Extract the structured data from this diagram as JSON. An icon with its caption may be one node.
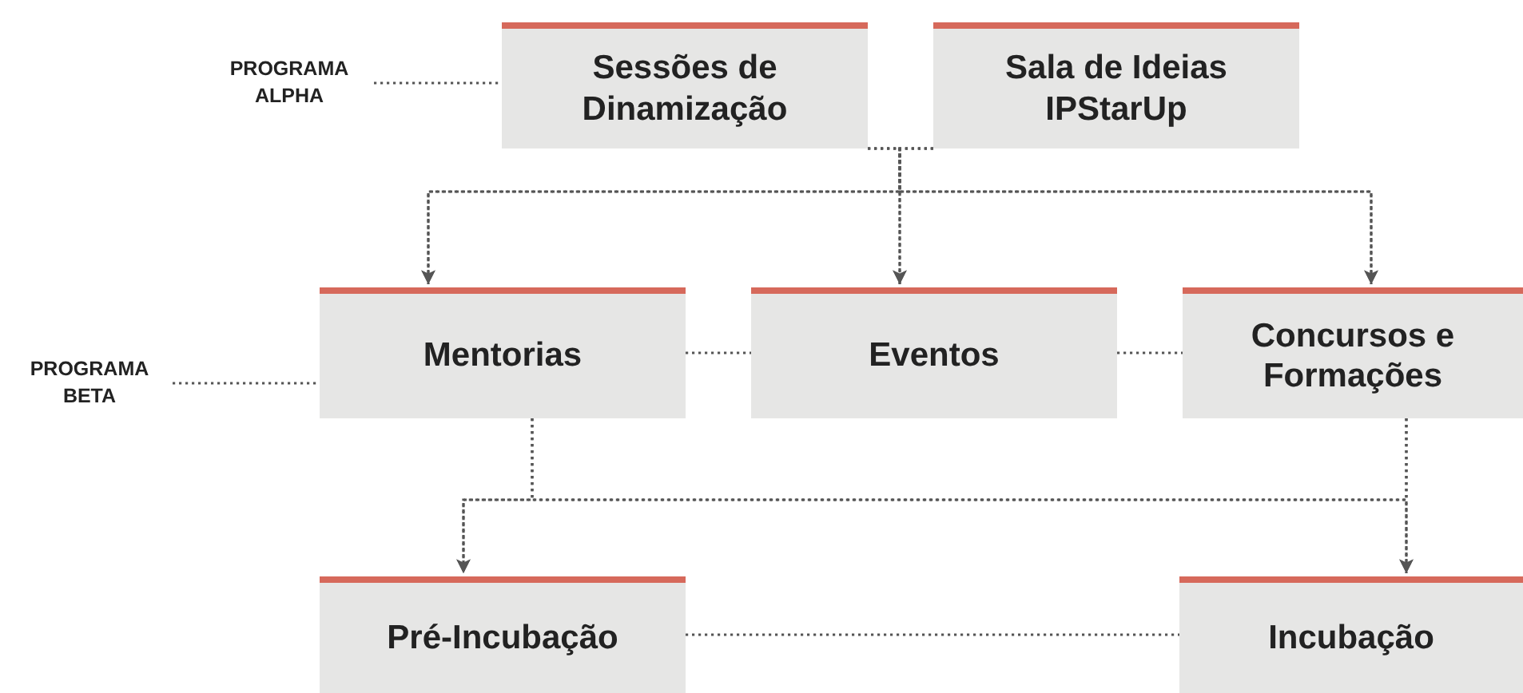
{
  "diagram": {
    "nodes": [
      {
        "text": [
          "PROGRAMA ALPHA"
        ]
      },
      {
        "text": [
          "Sessões de Dinamização"
        ]
      },
      {
        "text": [
          "Sala de Ideias IPStarUp"
        ]
      },
      {
        "text": [
          "PROGRAMA BETA"
        ]
      },
      {
        "text": [
          "Mentorias"
        ]
      },
      {
        "text": [
          "Eventos"
        ]
      },
      {
        "text": [
          "Concursos e Formações"
        ]
      },
      {
        "text": [
          "Pré-Incubação"
        ]
      },
      {
        "text": [
          "Incubação"
        ]
      }
    ],
    "edges": [
      {
        "from": 0,
        "to": 1,
        "arrow": "none"
      },
      {
        "from": 1,
        "to": 4,
        "arrow": "to"
      },
      {
        "from": 1,
        "to": 5,
        "arrow": "to"
      },
      {
        "from": 1,
        "to": 6,
        "arrow": "to"
      },
      {
        "from": 2,
        "to": 4,
        "arrow": "to"
      },
      {
        "from": 2,
        "to": 5,
        "arrow": "to"
      },
      {
        "from": 2,
        "to": 6,
        "arrow": "to"
      },
      {
        "from": 3,
        "to": 4,
        "arrow": "none"
      },
      {
        "from": 4,
        "to": 5,
        "arrow": "none"
      },
      {
        "from": 5,
        "to": 6,
        "arrow": "none"
      },
      {
        "from": 4,
        "to": 7,
        "arrow": "to"
      },
      {
        "from": 4,
        "to": 8,
        "arrow": "to"
      },
      {
        "from": 6,
        "to": 7,
        "arrow": "to"
      },
      {
        "from": 6,
        "to": 8,
        "arrow": "to"
      },
      {
        "from": 7,
        "to": 8,
        "arrow": "none"
      }
    ]
  }
}
